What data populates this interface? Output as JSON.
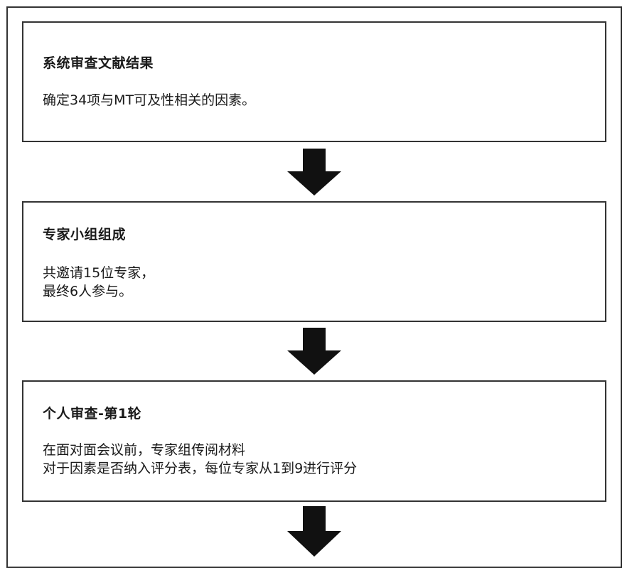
{
  "steps": [
    {
      "title": "系统审查文献结果",
      "lines": [
        "确定34项与MT可及性相关的因素。"
      ]
    },
    {
      "title": "专家小组组成",
      "lines": [
        "共邀请15位专家，",
        "最终6人参与。"
      ]
    },
    {
      "title": "个人审查-第1轮",
      "lines": [
        "在面对面会议前，专家组传阅材料",
        "对于因素是否纳入评分表，每位专家从1到9进行评分"
      ]
    }
  ],
  "colors": {
    "border": "#333333",
    "arrow": "#111111",
    "text": "#1a1a1a"
  },
  "icons": {
    "arrow": "arrow-down-icon"
  }
}
